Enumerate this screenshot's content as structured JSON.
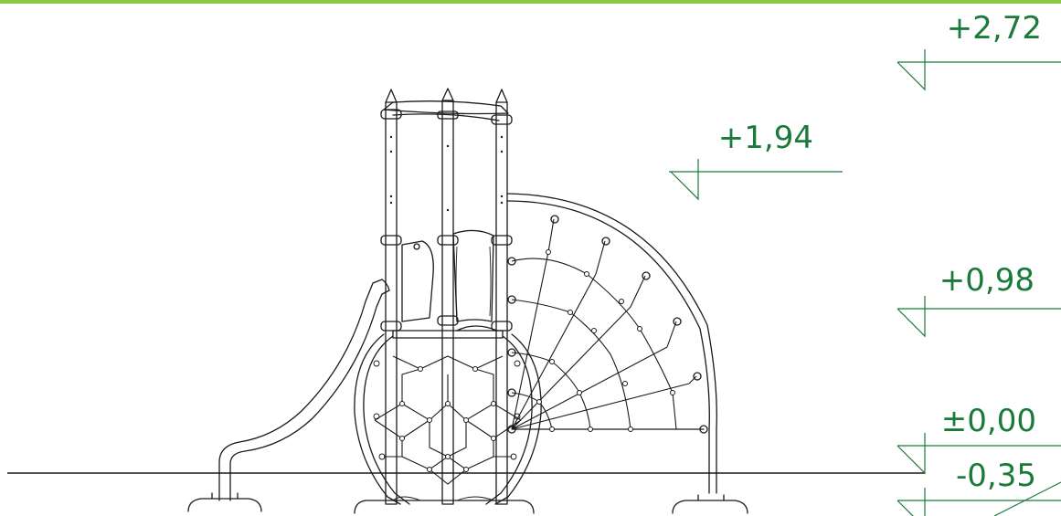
{
  "colors": {
    "top_band": "#8dc63f",
    "level_markers": "#1a7a3a",
    "drawing_lines": "#1a1a1a",
    "ground_line": "#1a1a1a"
  },
  "elevation_markers": [
    {
      "label": "+2,72"
    },
    {
      "label": "+1,94"
    },
    {
      "label": "+0,98"
    },
    {
      "label": "±0,00"
    },
    {
      "label": "-0,35"
    }
  ]
}
